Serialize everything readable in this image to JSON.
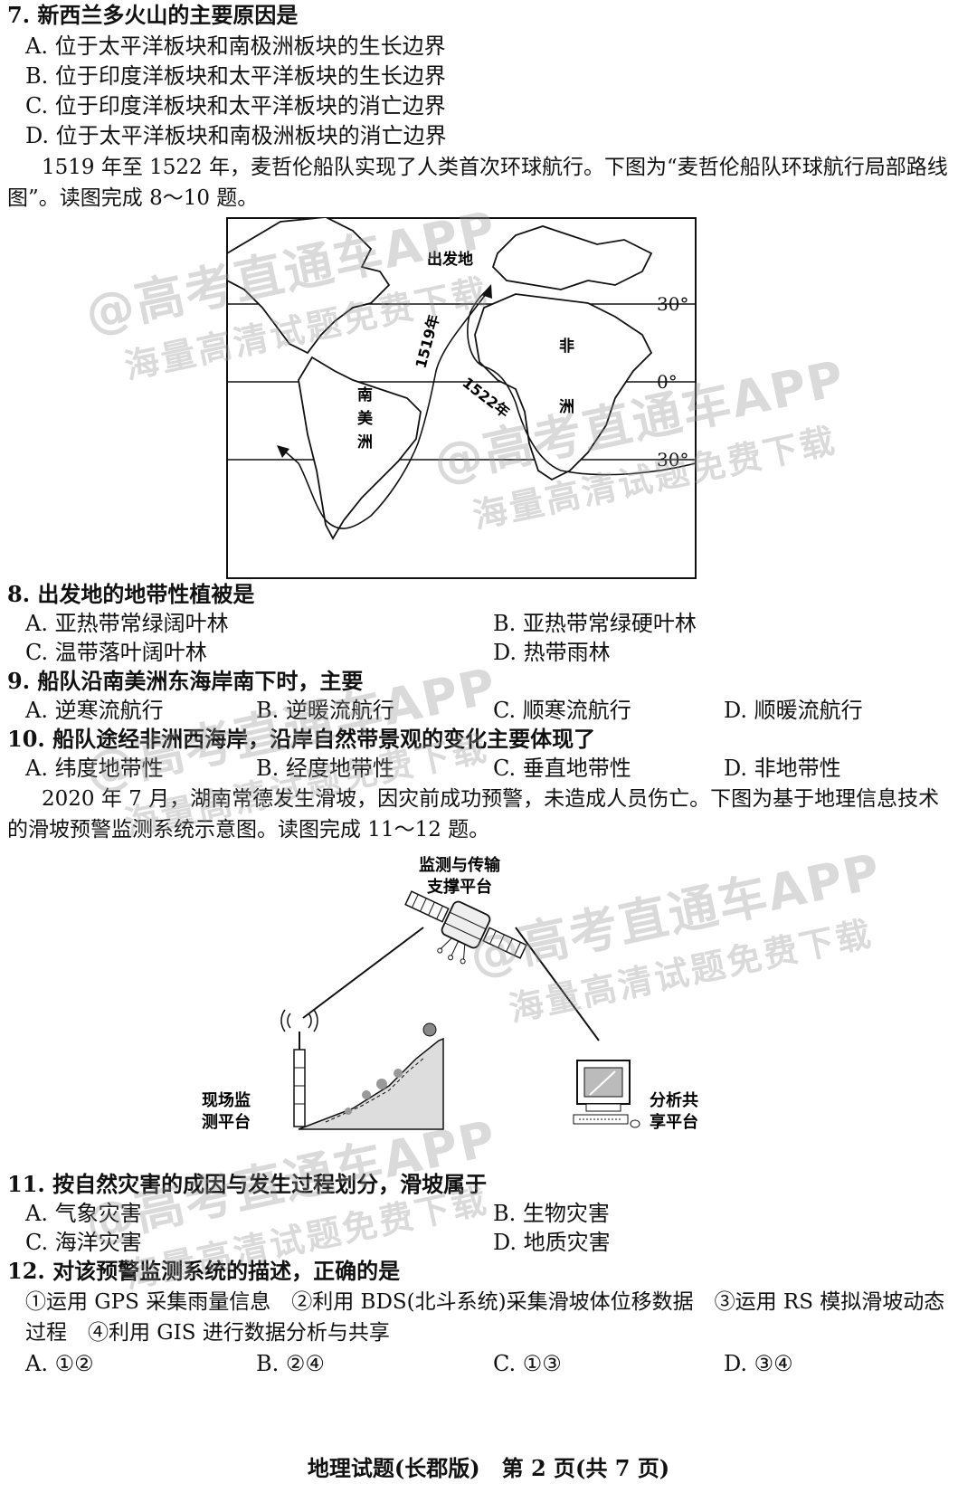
{
  "q7": {
    "stem": "7. 新西兰多火山的主要原因是",
    "options": [
      "A. 位于太平洋板块和南极洲板块的生长边界",
      "B. 位于印度洋板块和太平洋板块的生长边界",
      "C. 位于印度洋板块和太平洋板块的消亡边界",
      "D. 位于太平洋板块和南极洲板块的消亡边界"
    ]
  },
  "intro_8_10": "1519 年至 1522 年，麦哲伦船队实现了人类首次环球航行。下图为“麦哲伦船队环球航行局部路线图”。读图完成 8～10 题。",
  "map": {
    "departure": "出发地",
    "year_out": "1519年",
    "year_back": "1522年",
    "south_america": [
      "南",
      "美",
      "洲"
    ],
    "africa": [
      "非",
      "洲"
    ],
    "lat_labels": [
      "30°",
      "0°",
      "30°"
    ]
  },
  "q8": {
    "stem": "8. 出发地的地带性植被是",
    "options": [
      "A. 亚热带常绿阔叶林",
      "B. 亚热带常绿硬叶林",
      "C. 温带落叶阔叶林",
      "D. 热带雨林"
    ]
  },
  "q9": {
    "stem": "9. 船队沿南美洲东海岸南下时，主要",
    "options": [
      "A. 逆寒流航行",
      "B. 逆暖流航行",
      "C. 顺寒流航行",
      "D. 顺暖流航行"
    ]
  },
  "q10": {
    "stem": "10. 船队途经非洲西海岸，沿岸自然带景观的变化主要体现了",
    "options": [
      "A. 纬度地带性",
      "B. 经度地带性",
      "C. 垂直地带性",
      "D. 非地带性"
    ]
  },
  "intro_11_12": "2020 年 7 月，湖南常德发生滑坡，因灾前成功预警，未造成人员伤亡。下图为基于地理信息技术的滑坡预警监测系统示意图。读图完成 11～12 题。",
  "diagram": {
    "satellite_label": [
      "监测与传输",
      "支撑平台"
    ],
    "field_label": [
      "现场监",
      "测平台"
    ],
    "analysis_label": [
      "分析共",
      "享平台"
    ]
  },
  "q11": {
    "stem": "11. 按自然灾害的成因与发生过程划分，滑坡属于",
    "options": [
      "A. 气象灾害",
      "B. 生物灾害",
      "C. 海洋灾害",
      "D. 地质灾害"
    ]
  },
  "q12": {
    "stem": "12. 对该预警监测系统的描述，正确的是",
    "statements": "①运用 GPS 采集雨量信息　②利用 BDS(北斗系统)采集滑坡体位移数据　③运用 RS 模拟滑坡动态过程　④利用 GIS 进行数据分析与共享",
    "options": [
      "A. ①②",
      "B. ②④",
      "C. ①③",
      "D. ③④"
    ]
  },
  "watermark": {
    "line1": "@高考直通车APP",
    "line2": "海量高清试题免费下载"
  },
  "footer": "地理试题(长郡版)　第 2 页(共 7 页)"
}
